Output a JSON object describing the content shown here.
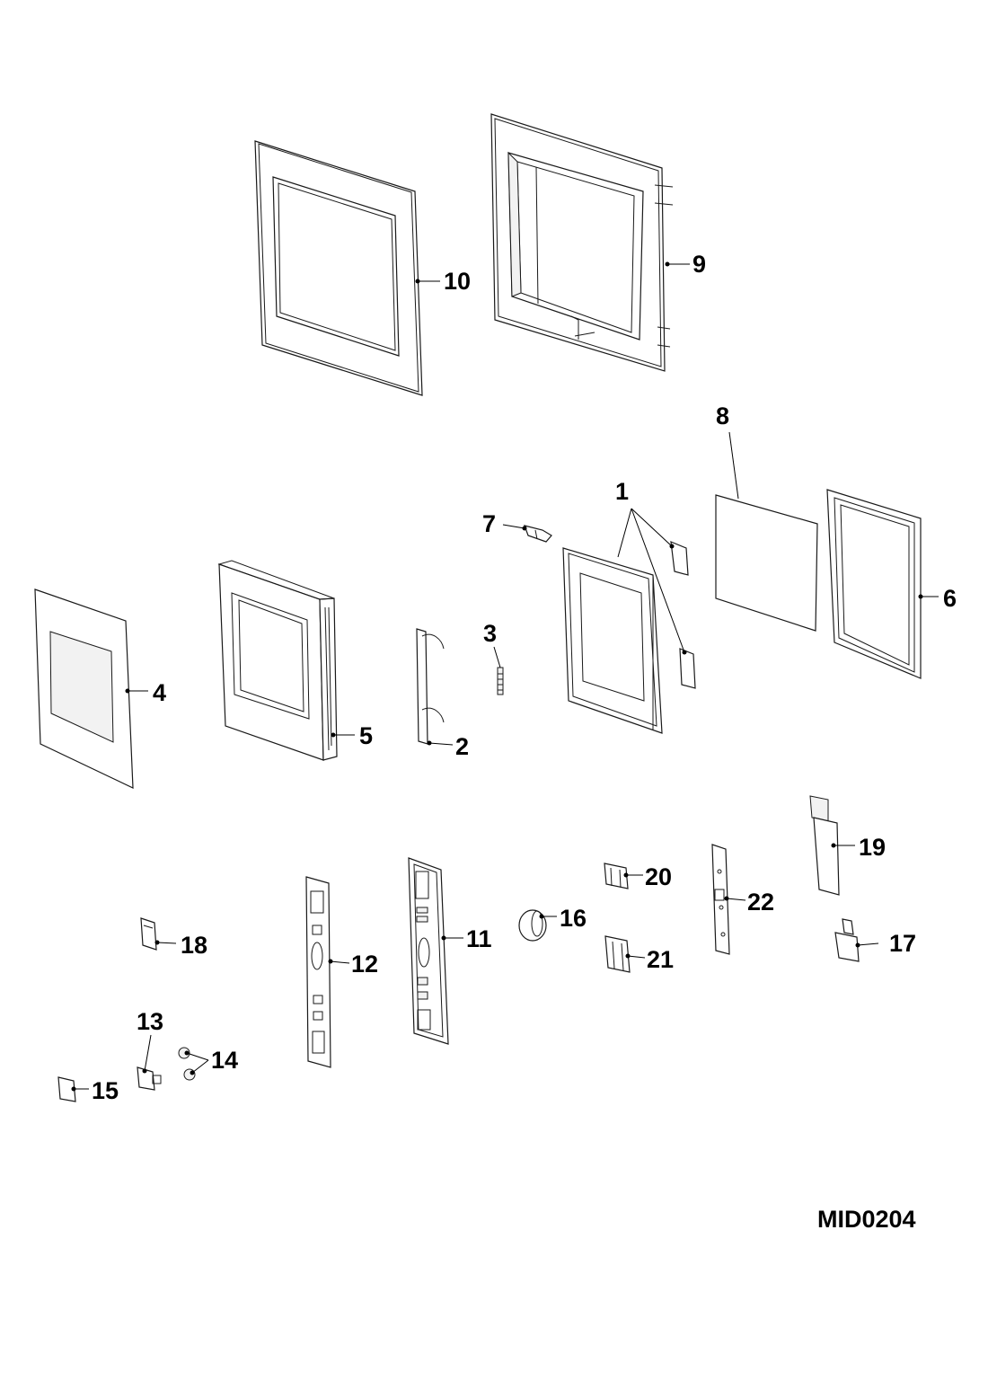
{
  "callouts": {
    "c1": "1",
    "c2": "2",
    "c3": "3",
    "c4": "4",
    "c5": "5",
    "c6": "6",
    "c7": "7",
    "c8": "8",
    "c9": "9",
    "c10": "10",
    "c11": "11",
    "c12": "12",
    "c13": "13",
    "c14": "14",
    "c15": "15",
    "c16": "16",
    "c17": "17",
    "c18": "18",
    "c19": "19",
    "c20": "20",
    "c21": "21",
    "c22": "22"
  },
  "drawing_code": "MID0204"
}
